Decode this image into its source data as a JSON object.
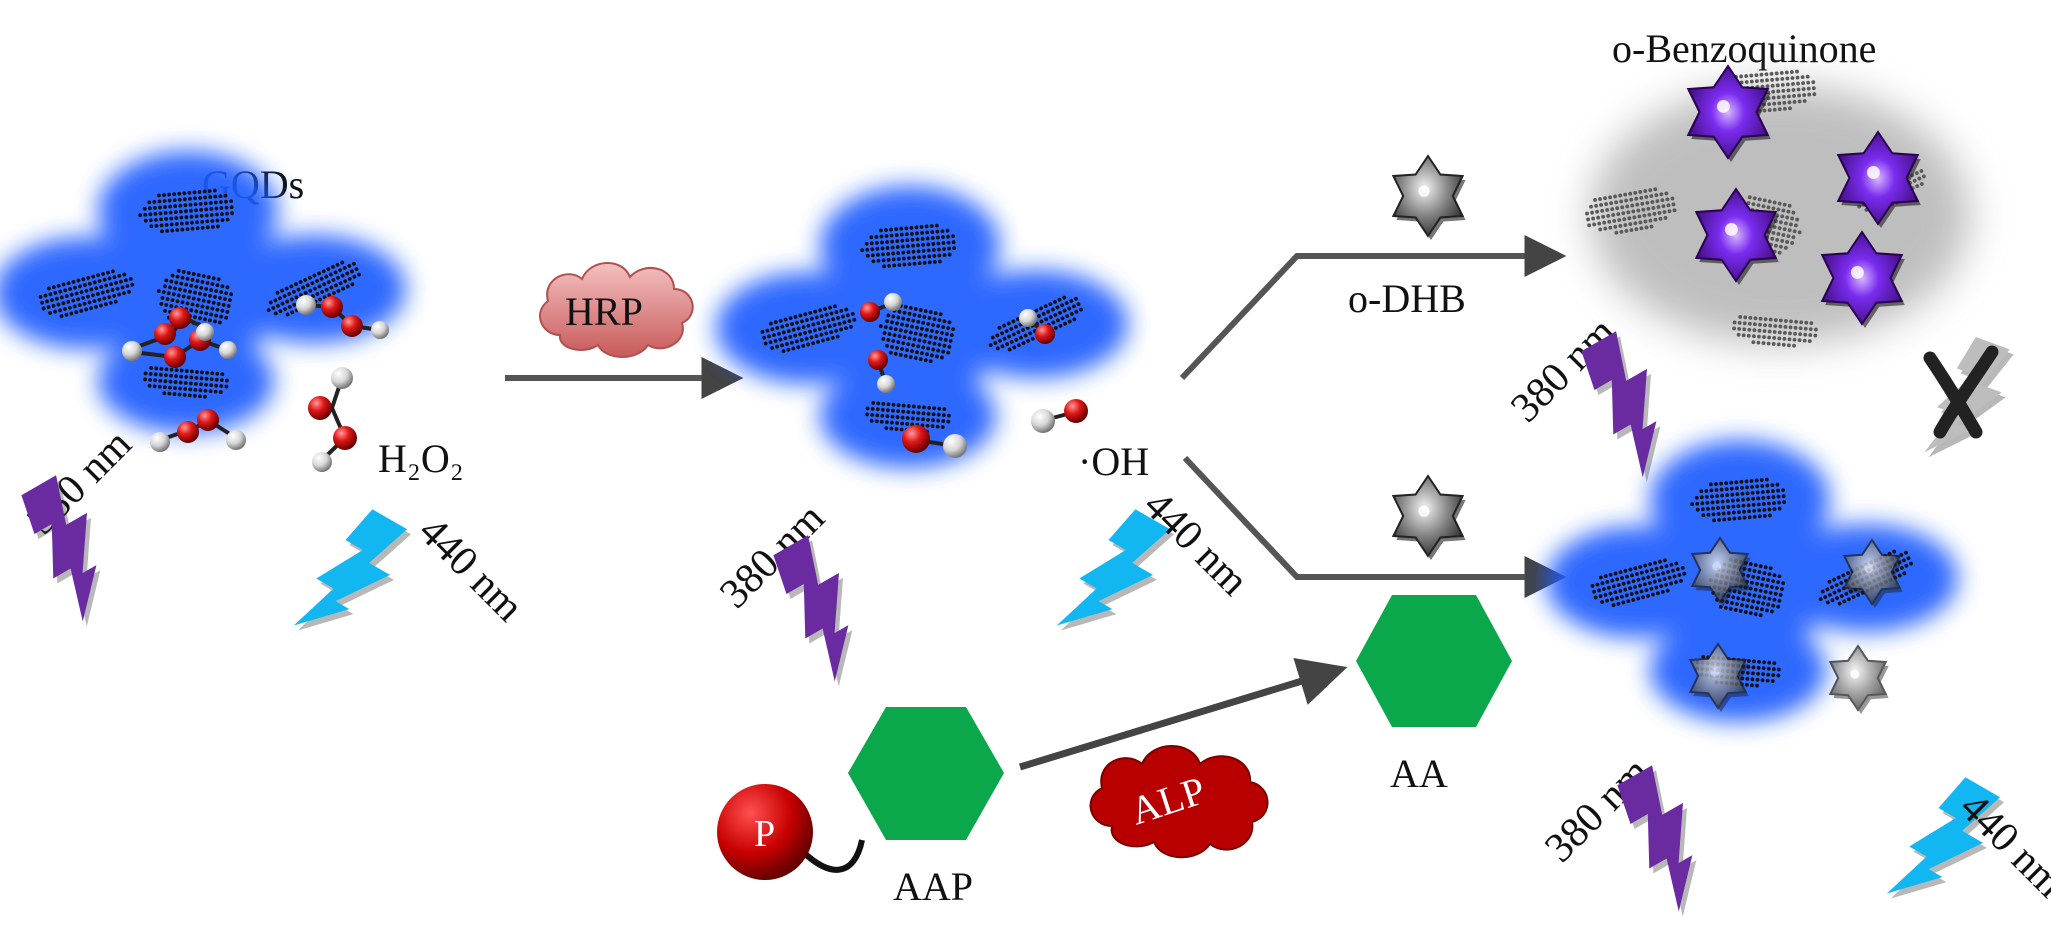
{
  "labels": {
    "gqds": "GQDs",
    "h2o2": "H₂O₂",
    "hrp": "HRP",
    "oh": "·OH",
    "o_dhb": "o-DHB",
    "o_benzoquinone": "o-Benzoquinone",
    "aa": "AA",
    "aap": "AAP",
    "alp": "ALP",
    "p": "P"
  },
  "wavelengths": {
    "excitation": "380 nm",
    "emission": "440 nm"
  },
  "colors": {
    "glow_blue": "#1f5cff",
    "dot_black": "#111111",
    "excitation_purple": "#6a2aa0",
    "emission_cyan": "#12b6f0",
    "hexagon_green": "#0aa84a",
    "p_red": "#c00000",
    "alp_red": "#b80000",
    "hrp_pink": "#e48a8a",
    "quinone_purple": "#5a14b0",
    "arrow_gray": "#444444"
  },
  "icons": [
    "lightning-bolt-icon",
    "molecule-icon",
    "hexagon-icon",
    "cloud-icon",
    "cross-icon",
    "star-icon"
  ]
}
